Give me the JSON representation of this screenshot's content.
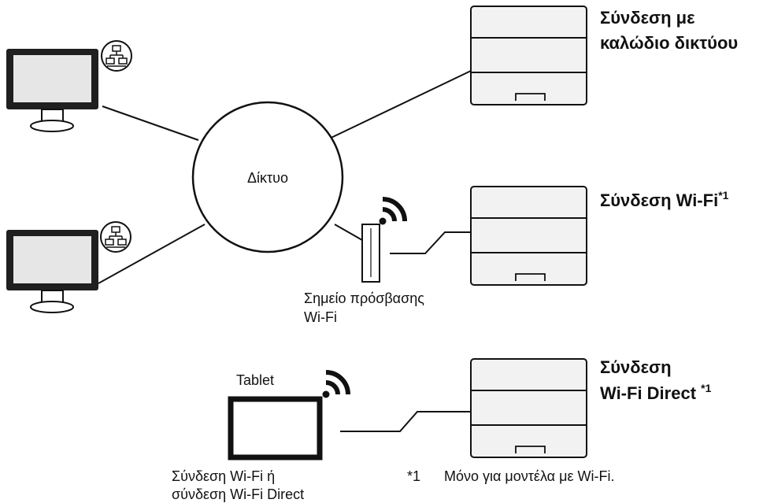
{
  "network": {
    "label": "Δίκτυο"
  },
  "wired": {
    "line1": "Σύνδεση με",
    "line2": "καλώδιο δικτύου"
  },
  "wifi": {
    "label": "Σύνδεση Wi-Fi",
    "footnote_mark": "*1"
  },
  "access_point": {
    "line1": "Σημείο πρόσβασης",
    "line2": "Wi-Fi"
  },
  "direct": {
    "line1": "Σύνδεση",
    "line2": "Wi-Fi Direct ",
    "footnote_mark": "*1"
  },
  "tablet": {
    "title": "Tablet",
    "caption_line1": "Σύνδεση Wi-Fi ή",
    "caption_line2": "σύνδεση Wi-Fi Direct"
  },
  "footnote": {
    "mark": "*1",
    "text": "Μόνο για μοντέλα με Wi-Fi."
  },
  "colors": {
    "stroke": "#111111",
    "device_fill": "#f2f2f2",
    "screen_fill": "#e6e6e6",
    "dark": "#1a1a1a"
  },
  "icons": [
    "network-port-icon",
    "wifi-signal-icon",
    "printer-icon",
    "monitor-icon",
    "tablet-icon",
    "access-point-icon"
  ]
}
